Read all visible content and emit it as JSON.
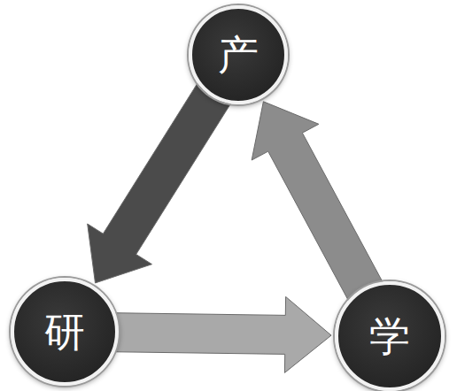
{
  "diagram": {
    "nodes": [
      {
        "text": [
          "产"
        ]
      },
      {
        "text": [
          "研"
        ]
      },
      {
        "text": [
          "学"
        ]
      }
    ],
    "edges": [
      {
        "from": 0,
        "to": 1,
        "arrow": "to"
      },
      {
        "from": 1,
        "to": 2,
        "arrow": "to"
      },
      {
        "from": 2,
        "to": 0,
        "arrow": "to"
      }
    ]
  }
}
